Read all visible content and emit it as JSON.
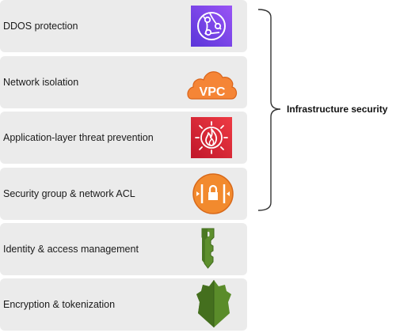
{
  "rows": [
    {
      "label": "DDOS protection",
      "icon": "shield-network-icon"
    },
    {
      "label": "Network isolation",
      "icon": "vpc-cloud-icon"
    },
    {
      "label": "Application-layer threat prevention",
      "icon": "waf-fire-icon"
    },
    {
      "label": "Security group & network ACL",
      "icon": "lock-firewall-icon"
    },
    {
      "label": "Identity & access management",
      "icon": "key-icon"
    },
    {
      "label": "Encryption & tokenization",
      "icon": "kms-shield-icon"
    }
  ],
  "vpc_badge": "VPC",
  "group": {
    "label": "Infrastructure security"
  },
  "colors": {
    "row_bg": "#ebebeb",
    "purple": "#7a3ff0",
    "orange": "#f07c22",
    "red": "#d9232f",
    "green": "#5a8c2a"
  }
}
